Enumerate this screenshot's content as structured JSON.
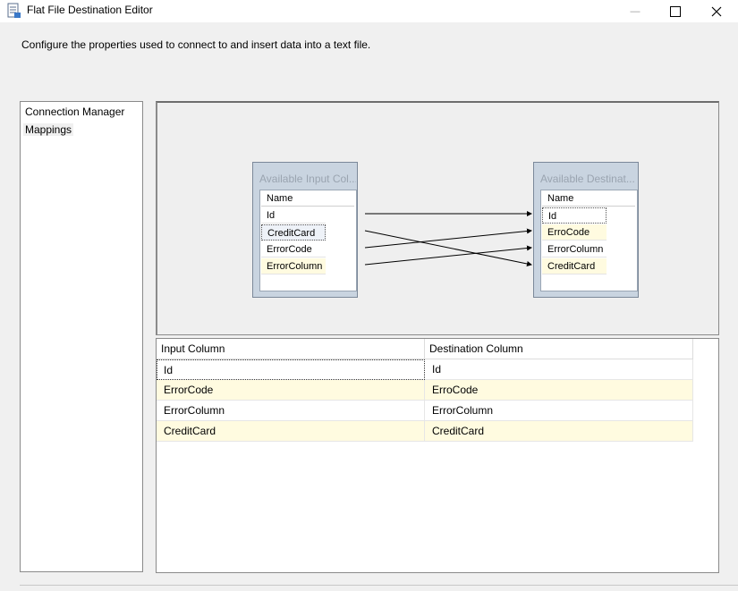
{
  "window": {
    "title": "Flat File Destination Editor",
    "minimize_glyph": "—",
    "maximize_glyph": "☐",
    "close_glyph": "✕"
  },
  "description": "Configure the properties used to connect to and insert data into a text file.",
  "nav": {
    "items": [
      "Connection Manager",
      "Mappings"
    ],
    "selected": "Mappings"
  },
  "diagram": {
    "input_box": {
      "title": "Available Input Col...",
      "header": "Name",
      "columns": [
        "Id",
        "CreditCard",
        "ErrorCode",
        "ErrorColumn"
      ]
    },
    "dest_box": {
      "title": "Available Destinat...",
      "header": "Name",
      "columns": [
        "Id",
        "ErroCode",
        "ErrorColumn",
        "CreditCard"
      ]
    },
    "mappings": [
      {
        "from": "Id",
        "to": "Id"
      },
      {
        "from": "CreditCard",
        "to": "CreditCard"
      },
      {
        "from": "ErrorCode",
        "to": "ErroCode"
      },
      {
        "from": "ErrorColumn",
        "to": "ErrorColumn"
      }
    ]
  },
  "grid": {
    "headers": [
      "Input Column",
      "Destination Column"
    ],
    "rows": [
      [
        "Id",
        "Id"
      ],
      [
        "ErrorCode",
        "ErroCode"
      ],
      [
        "ErrorColumn",
        "ErrorColumn"
      ],
      [
        "CreditCard",
        "CreditCard"
      ]
    ]
  },
  "colors": {
    "row_highlight": "#fffbe0",
    "box_fill": "#c9d4e0",
    "line": "#000000"
  }
}
